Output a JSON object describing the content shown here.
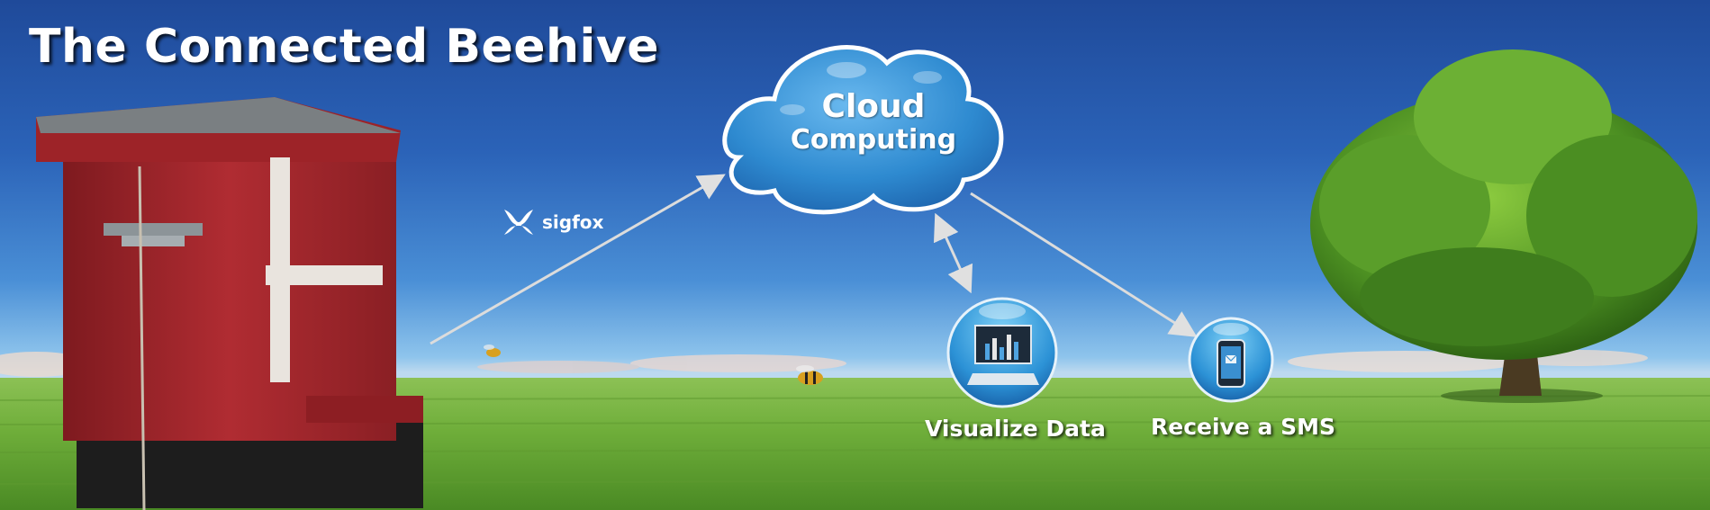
{
  "title": "The Connected Beehive",
  "cloud": {
    "line1": "Cloud",
    "line2": "Computing"
  },
  "network": {
    "label": "sigfox",
    "icon": "sigfox-logo-icon"
  },
  "nodes": [
    {
      "label": "Visualize Data",
      "icon": "monitor-chart-icon"
    },
    {
      "label": "Receive a SMS",
      "icon": "phone-message-icon"
    }
  ],
  "colors": {
    "sky": "#2b63b8",
    "grass": "#6fae3a",
    "cloud": "#2e8ad0",
    "hive": "#a8282e",
    "arrow": "#d9d9d9",
    "title": "#ffffff"
  }
}
